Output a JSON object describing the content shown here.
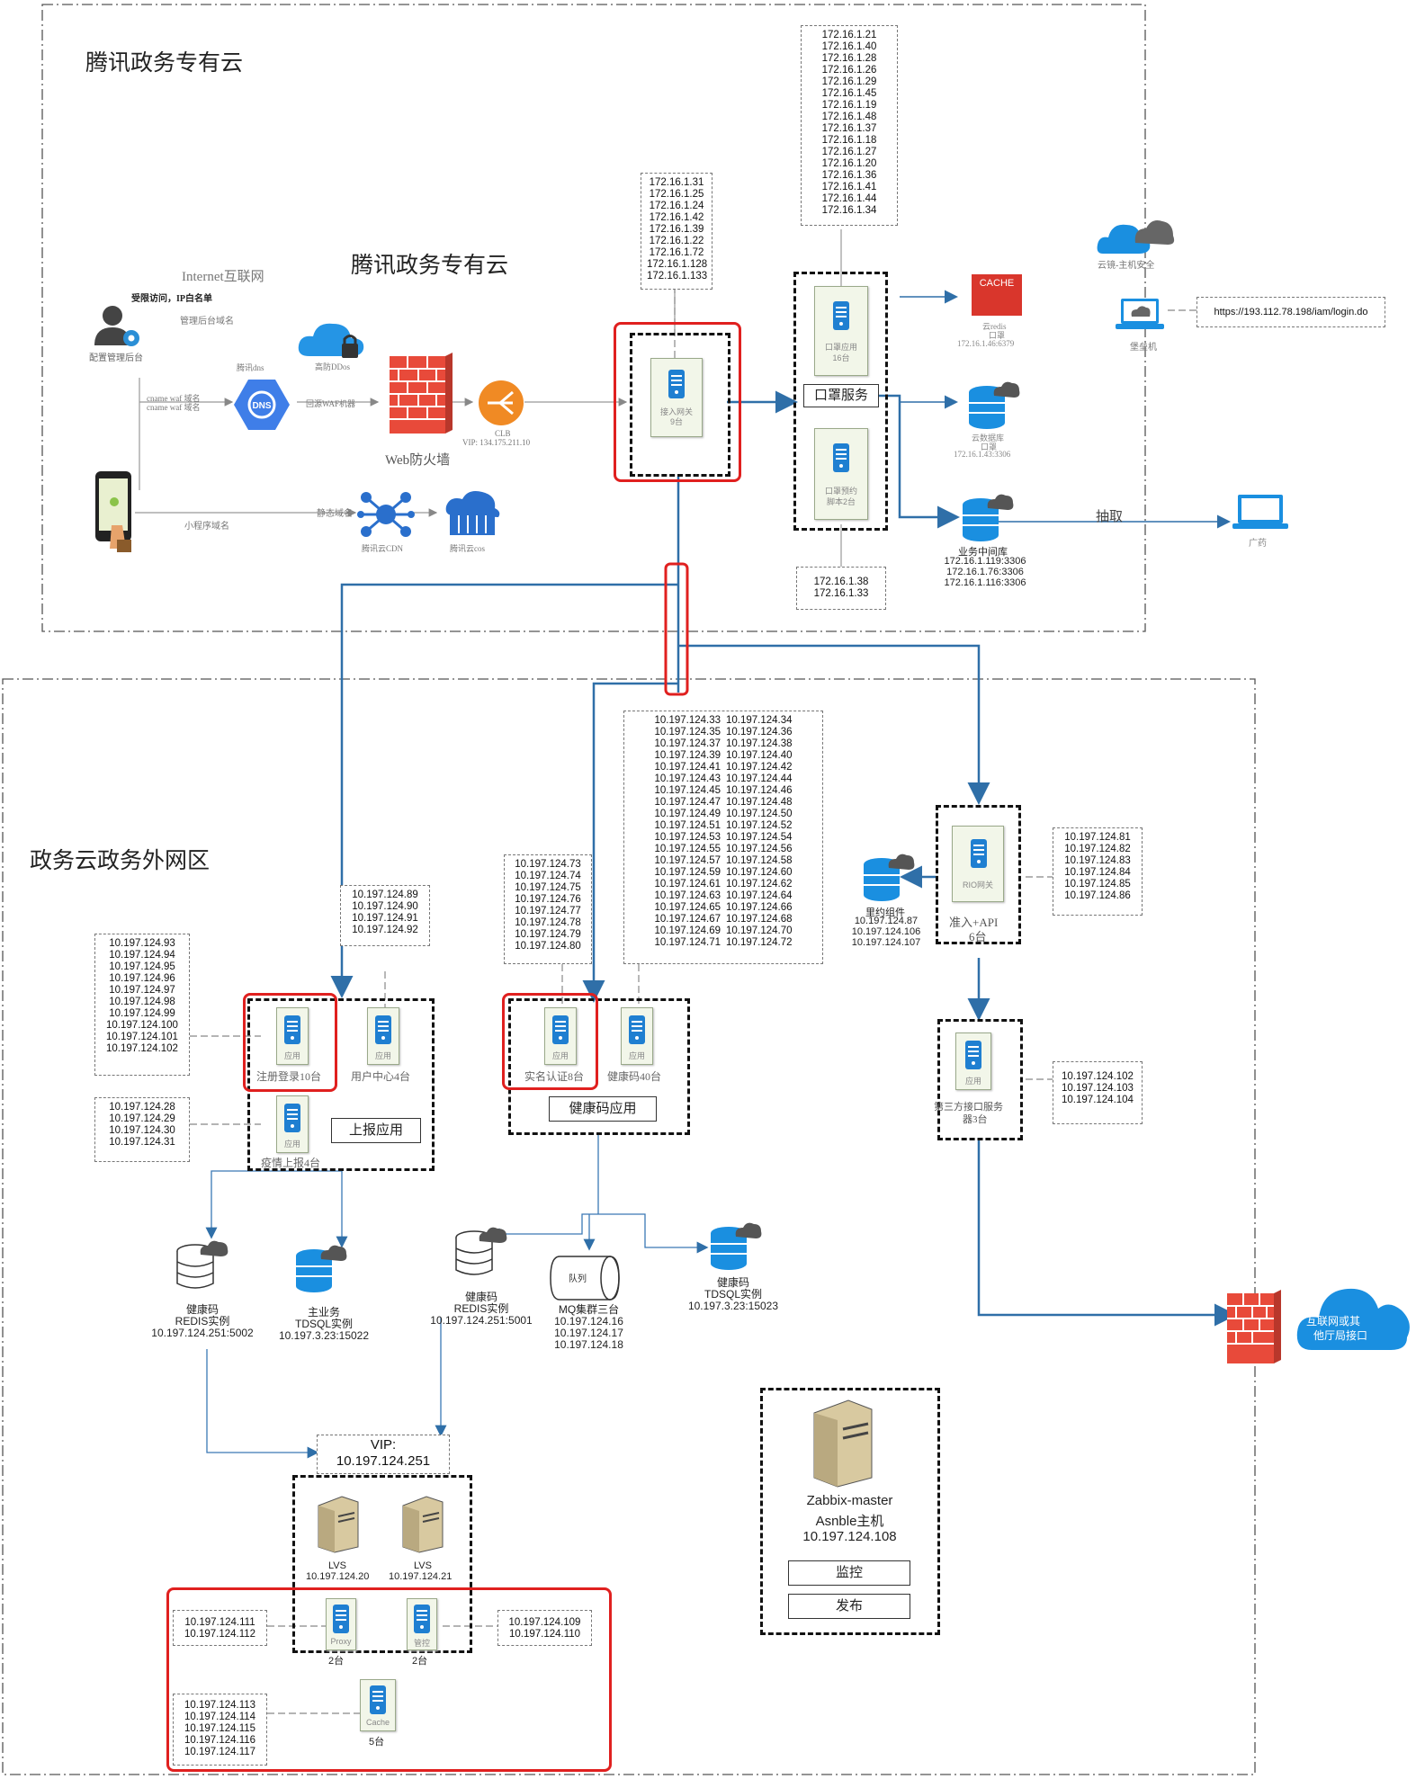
{
  "zones": {
    "top_title": "腾讯政务专有云",
    "top_subtitle": "腾讯政务专有云",
    "bottom_title": "政务云政务外网区"
  },
  "internet": {
    "title": "Internet互联网",
    "whitelist": "受限访问，IP白名单",
    "admin_domain": "管理后台域名",
    "admin_user": "配置管理后台",
    "cname": "cname waf 域名",
    "cname2": "cname waf 域名",
    "miniapp_domain": "小程序域名",
    "static_domain": "静态域名"
  },
  "edge": {
    "dns_label": "腾讯dns",
    "dns_icon": "DNS",
    "ddos_label": "高防DDos",
    "waf_return": "回源WAF机器",
    "waf_label": "Web防火墙",
    "clb_label": "CLB",
    "clb_vip": "VIP: 134.175.211.10",
    "cdn_label": "腾讯云CDN",
    "cos_label": "腾讯云cos"
  },
  "gateway": {
    "ips": [
      "172.16.1.31",
      "172.16.1.25",
      "172.16.1.24",
      "172.16.1.42",
      "172.16.1.39",
      "172.16.1.22",
      "172.16.1.72",
      "172.16.1.128",
      "172.16.1.133"
    ],
    "node_label": "接入网关",
    "node_count": "9台"
  },
  "mask": {
    "ips_top": [
      "172.16.1.21",
      "172.16.1.40",
      "172.16.1.28",
      "172.16.1.26",
      "172.16.1.29",
      "172.16.1.45",
      "172.16.1.19",
      "172.16.1.48",
      "172.16.1.37",
      "172.16.1.18",
      "172.16.1.27",
      "172.16.1.20",
      "172.16.1.36",
      "172.16.1.41",
      "172.16.1.44",
      "172.16.1.34"
    ],
    "app_label": "口罩应用",
    "app_count": "16台",
    "service_label": "口罩服务",
    "reserve_label": "口罩预约",
    "reserve_label2": "脚本2台",
    "ips_bottom": [
      "172.16.1.38",
      "172.16.1.33"
    ],
    "cache_icon": "CACHE",
    "redis_label": "云redis",
    "redis_sub": "口罩",
    "redis_addr": "172.16.1.46:6379",
    "clouddb_label": "云数据库",
    "clouddb_sub": "口罩",
    "clouddb_addr": "172.16.1.43:3306",
    "middle_label": "业务中间库",
    "middle_addrs": [
      "172.16.1.119:3306",
      "172.16.1.76:3306",
      "172.16.1.116:3306"
    ],
    "extract": "抽取",
    "guangyao": "广药"
  },
  "cloudmirror": {
    "label": "云镜-主机安全",
    "bastion": "堡垒机",
    "url": "https://193.112.78.198/iam/login.do"
  },
  "report_app": {
    "register_ips": [
      "10.197.124.93",
      "10.197.124.94",
      "10.197.124.95",
      "10.197.124.96",
      "10.197.124.97",
      "10.197.124.98",
      "10.197.124.99",
      "10.197.124.100",
      "10.197.124.101",
      "10.197.124.102"
    ],
    "user_ips": [
      "10.197.124.89",
      "10.197.124.90",
      "10.197.124.91",
      "10.197.124.92"
    ],
    "epidemic_ips": [
      "10.197.124.28",
      "10.197.124.29",
      "10.197.124.30",
      "10.197.124.31"
    ],
    "node_app": "应用",
    "register_label": "注册登录10台",
    "user_label": "用户中心4台",
    "epidemic_label": "疫情上报4台",
    "group_label": "上报应用"
  },
  "health_app": {
    "auth_ips": [
      "10.197.124.73",
      "10.197.124.74",
      "10.197.124.75",
      "10.197.124.76",
      "10.197.124.77",
      "10.197.124.78",
      "10.197.124.79",
      "10.197.124.80"
    ],
    "code_ips_left": [
      "10.197.124.33",
      "10.197.124.35",
      "10.197.124.37",
      "10.197.124.39",
      "10.197.124.41",
      "10.197.124.43",
      "10.197.124.45",
      "10.197.124.47",
      "10.197.124.49",
      "10.197.124.51",
      "10.197.124.53",
      "10.197.124.55",
      "10.197.124.57",
      "10.197.124.59",
      "10.197.124.61",
      "10.197.124.63",
      "10.197.124.65",
      "10.197.124.67",
      "10.197.124.69",
      "10.197.124.71"
    ],
    "code_ips_right": [
      "10.197.124.34",
      "10.197.124.36",
      "10.197.124.38",
      "10.197.124.40",
      "10.197.124.42",
      "10.197.124.44",
      "10.197.124.46",
      "10.197.124.48",
      "10.197.124.50",
      "10.197.124.52",
      "10.197.124.54",
      "10.197.124.56",
      "10.197.124.58",
      "10.197.124.60",
      "10.197.124.62",
      "10.197.124.64",
      "10.197.124.66",
      "10.197.124.68",
      "10.197.124.70",
      "10.197.124.72"
    ],
    "auth_label": "实名认证8台",
    "code_label": "健康码40台",
    "group_label": "健康码应用"
  },
  "rio": {
    "ips": [
      "10.197.124.81",
      "10.197.124.82",
      "10.197.124.83",
      "10.197.124.84",
      "10.197.124.85",
      "10.197.124.86"
    ],
    "node_label": "RIO网关",
    "group_label": "准入+API",
    "group_count": "6台",
    "component_label": "里约组件",
    "component_ips": [
      "10.197.124.87",
      "10.197.124.106",
      "10.197.124.107"
    ],
    "third_ips": [
      "10.197.124.102",
      "10.197.124.103",
      "10.197.124.104"
    ],
    "third_label": "第三方接口服务",
    "third_count": "器3台",
    "internet_label": "互联网或其",
    "internet_label2": "他厅局接口"
  },
  "data": {
    "redis1": [
      "健康码",
      "REDIS实例",
      "10.197.124.251:5002"
    ],
    "tdsql1": [
      "主业务",
      "TDSQL实例",
      "10.197.3.23:15022"
    ],
    "redis2": [
      "健康码",
      "REDIS实例",
      "10.197.124.251:5001"
    ],
    "mq_icon": "队列",
    "mq": [
      "MQ集群三台",
      "10.197.124.16",
      "10.197.124.17",
      "10.197.124.18"
    ],
    "tdsql2": [
      "健康码",
      "TDSQL实例",
      "10.197.3.23:15023"
    ]
  },
  "lvs": {
    "vip_label": "VIP:",
    "vip": "10.197.124.251",
    "lvs1_label": "LVS",
    "lvs1_ip": "10.197.124.20",
    "lvs2_label": "LVS",
    "lvs2_ip": "10.197.124.21",
    "proxy_ips": [
      "10.197.124.111",
      "10.197.124.112"
    ],
    "manage_ips": [
      "10.197.124.109",
      "10.197.124.110"
    ],
    "cache_ips": [
      "10.197.124.113",
      "10.197.124.114",
      "10.197.124.115",
      "10.197.124.116",
      "10.197.124.117"
    ],
    "proxy_label": "Proxy",
    "proxy_count": "2台",
    "manage_label": "管控",
    "manage_count": "2台",
    "cache_label": "Cache",
    "cache_count": "5台"
  },
  "zabbix": {
    "line1": "Zabbix-master",
    "line2": "Asnble主机",
    "line3": "10.197.124.108",
    "btn_monitor": "监控",
    "btn_publish": "发布"
  },
  "colors": {
    "arrow": "#2f6fa8",
    "red": "#e0201f",
    "cloud": "#1a8fe0"
  }
}
